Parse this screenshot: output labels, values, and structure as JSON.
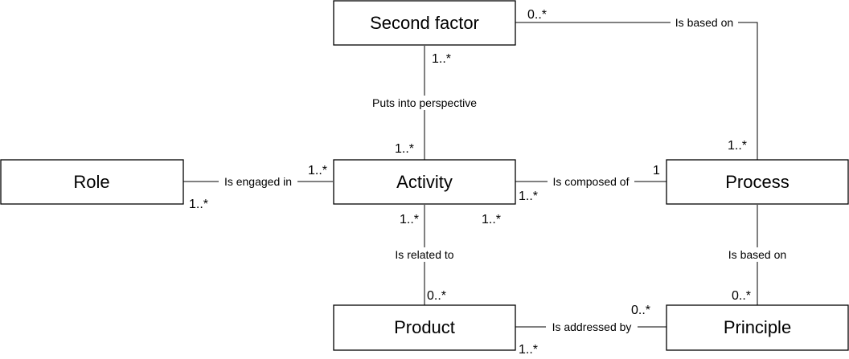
{
  "entities": {
    "second_factor": "Second factor",
    "role": "Role",
    "activity": "Activity",
    "process": "Process",
    "product": "Product",
    "principle": "Principle"
  },
  "relations": {
    "sf_process": {
      "label": "Is based on",
      "source_mult": "0..*",
      "target_mult": "1..*"
    },
    "sf_activity": {
      "label": "Puts into perspective",
      "source_mult": "1..*",
      "target_mult": "1..*"
    },
    "role_activity": {
      "label": "Is engaged in",
      "source_mult": "1..*",
      "target_mult": "1..*"
    },
    "activity_process": {
      "label": "Is composed of",
      "source_mult": "1..*",
      "target_mult": "1"
    },
    "activity_product": {
      "label": "Is related to",
      "source_mult": "1..*",
      "target_mult": "0..*"
    },
    "process_principle": {
      "label": "Is based on",
      "source_mult": "0..*"
    },
    "product_principle": {
      "label": "Is addressed by",
      "source_mult": "1..*",
      "target_mult": "0..*"
    },
    "activity_extra_mult": "1..*"
  }
}
